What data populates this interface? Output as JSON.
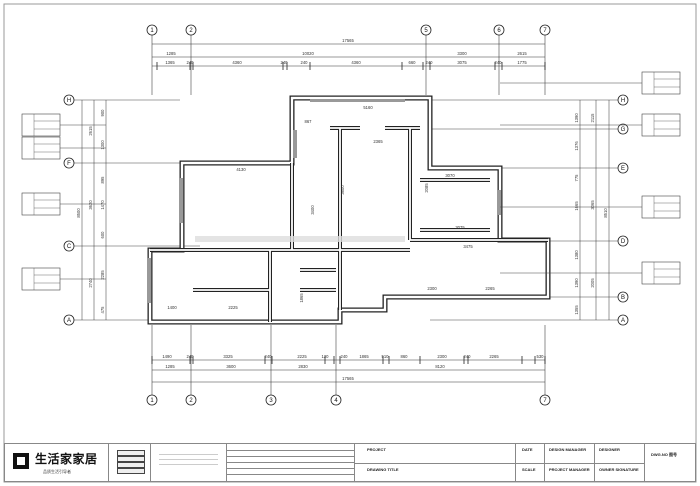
{
  "axes": {
    "top": [
      "1",
      "2",
      "5",
      "6",
      "7"
    ],
    "bottom": [
      "1",
      "2",
      "3",
      "4",
      "7"
    ],
    "left": [
      "H",
      "F",
      "C",
      "A"
    ],
    "right": [
      "H",
      "G",
      "E",
      "D",
      "B",
      "A"
    ]
  },
  "dimensions": {
    "top_total": "17565",
    "top_mid": [
      "1285",
      "10020",
      "3300",
      "2615"
    ],
    "top_detail": [
      "1365",
      "240",
      "4360",
      "240",
      "240",
      "4360",
      "660",
      "240",
      "3075",
      "240",
      "1775"
    ],
    "bottom_detail": [
      "1490",
      "240",
      "3325",
      "240",
      "2225",
      "120",
      "240",
      "1865",
      "510",
      "860",
      "2300",
      "240",
      "2265",
      "530"
    ],
    "bottom_mid": [
      "1285",
      "3600",
      "2830",
      "8120"
    ],
    "bottom_total": "17565",
    "left_detail": [
      "900",
      "1300",
      "895",
      "1470",
      "600",
      "2285",
      "475"
    ],
    "left_mid": [
      "2615",
      "3620",
      "2740"
    ],
    "left_total": "8500",
    "right_detail": [
      "1390",
      "1376",
      "775",
      "1665",
      "1380",
      "1390",
      "1355"
    ],
    "right_mid": [
      "2115",
      "3065",
      "2005"
    ],
    "right_total": "8510",
    "interior": [
      "5160",
      "4130",
      "2365",
      "3600",
      "3070",
      "2085",
      "3400",
      "3475",
      "3075",
      "1400",
      "2300",
      "2225",
      "1865",
      "2265",
      "867"
    ]
  },
  "title_block": {
    "logo": "生活家家居",
    "logo_sub": "品质生活引导者",
    "project_label": "PROJECT",
    "drawing_title_label": "DRAWING TITLE",
    "date_label": "DATE",
    "scale_label": "SCALE",
    "design_manager_label": "DESIGN MANAGER",
    "designer_label": "DESIGNER",
    "project_manager_label": "PROJECT MANAGER",
    "owner_signature_label": "OWNER SIGNATURE",
    "dwg_no_label": "DWG.NO 图号"
  }
}
